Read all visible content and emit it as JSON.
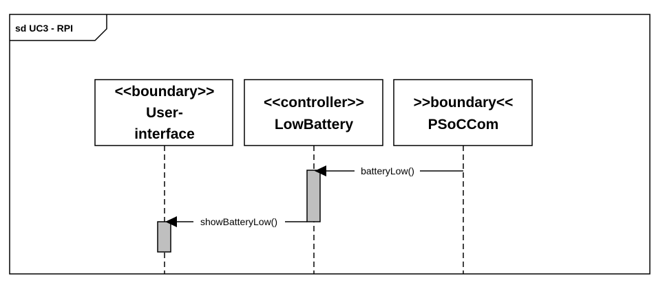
{
  "frame": {
    "title": "sd UC3 - RPI"
  },
  "lifelines": [
    {
      "id": "ui",
      "line1": "<<boundary>>",
      "line2": "User-",
      "line3": "interface"
    },
    {
      "id": "lb",
      "line1": "<<controller>>",
      "line2": "LowBattery",
      "line3": ""
    },
    {
      "id": "psoc",
      "line1": ">>boundary<<",
      "line2": "PSoCCom",
      "line3": ""
    }
  ],
  "messages": [
    {
      "label": "batteryLow()",
      "from": "psoc",
      "to": "lb"
    },
    {
      "label": "showBatteryLow()",
      "from": "lb",
      "to": "ui"
    }
  ],
  "colors": {
    "stroke": "#000000",
    "activation_fill": "#bfbfbf",
    "background": "#ffffff"
  }
}
